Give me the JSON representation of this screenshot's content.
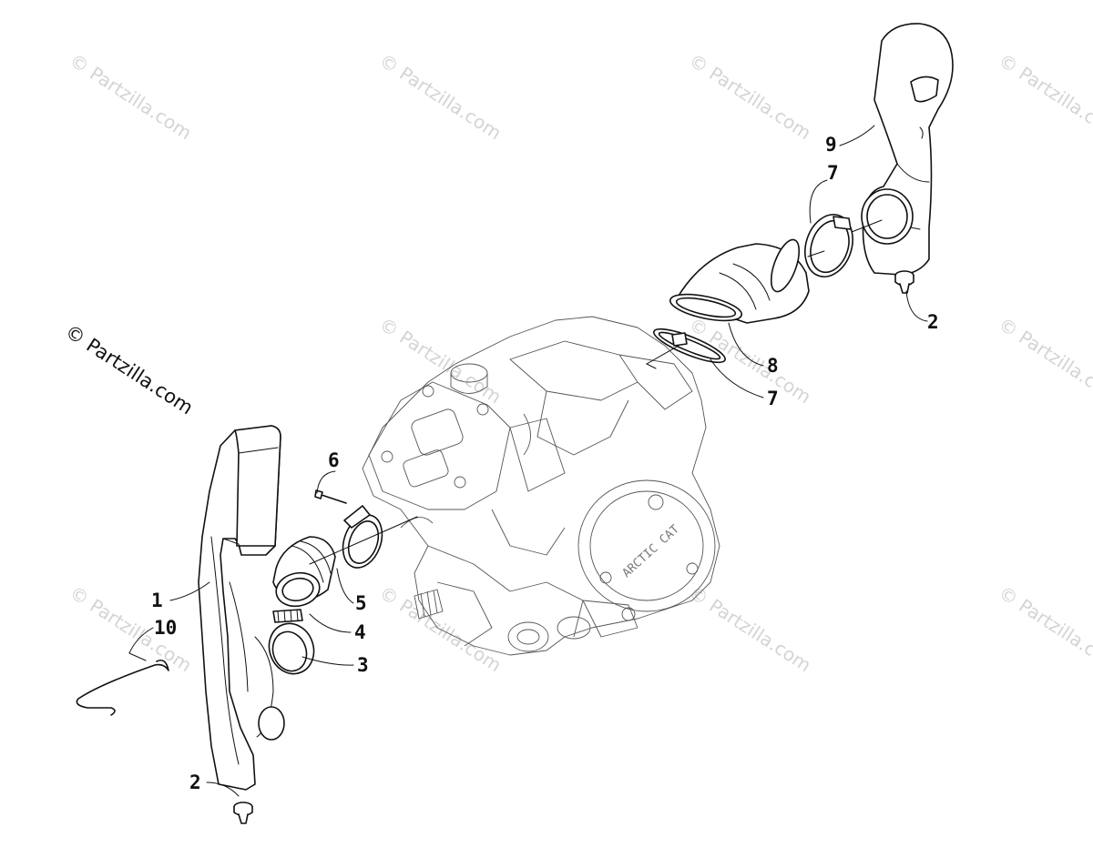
{
  "watermark": {
    "text": "© Partzilla.com",
    "repeat_text": "© Partzilla.com"
  },
  "engine": {
    "cover_brand": "ARCTIC CAT"
  },
  "callouts": [
    {
      "id": "1",
      "label": "1"
    },
    {
      "id": "2a",
      "label": "2"
    },
    {
      "id": "2b",
      "label": "2"
    },
    {
      "id": "3",
      "label": "3"
    },
    {
      "id": "4",
      "label": "4"
    },
    {
      "id": "5",
      "label": "5"
    },
    {
      "id": "6",
      "label": "6"
    },
    {
      "id": "7a",
      "label": "7"
    },
    {
      "id": "7b",
      "label": "7"
    },
    {
      "id": "8",
      "label": "8"
    },
    {
      "id": "9",
      "label": "9"
    },
    {
      "id": "10",
      "label": "10"
    }
  ]
}
